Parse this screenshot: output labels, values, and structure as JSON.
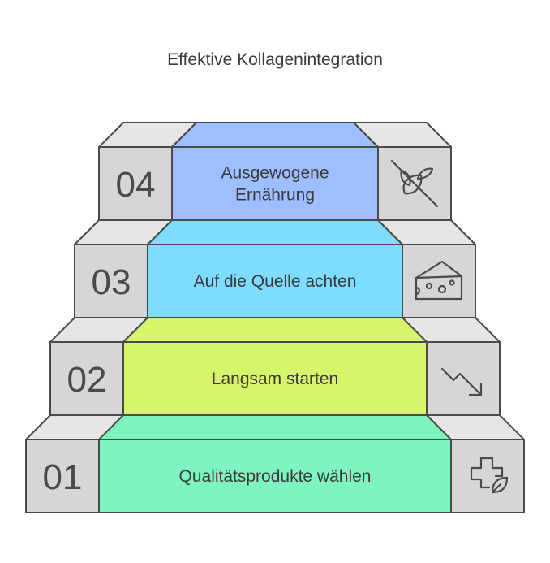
{
  "title": "Effektive Kollagenintegration",
  "colors": {
    "side_face": "#d6d6d6",
    "side_top": "#e6e6e6",
    "stroke": "#4a4a4a"
  },
  "steps": [
    {
      "number": "01",
      "label": "Qualitätsprodukte wählen",
      "color": "#7ef5c0",
      "top_color": "#7ef5c0",
      "icon": "health-cross-leaf-icon"
    },
    {
      "number": "02",
      "label": "Langsam starten",
      "color": "#d6f56a",
      "top_color": "#d6f56a",
      "icon": "trend-down-arrow-icon"
    },
    {
      "number": "03",
      "label": "Auf die Quelle achten",
      "color": "#7ddcff",
      "top_color": "#7ddcff",
      "icon": "cheese-icon"
    },
    {
      "number": "04",
      "label": "Ausgewogene Ernährung",
      "label_lines": [
        "Ausgewogene",
        "Ernährung"
      ],
      "color": "#9dbfff",
      "top_color": "#9dbfff",
      "icon": "no-grain-icon"
    }
  ]
}
